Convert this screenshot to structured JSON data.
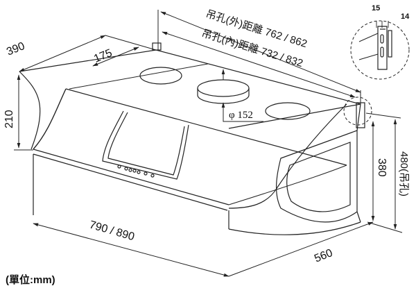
{
  "drawing": {
    "subject": "range hood dimension drawing",
    "unit_label": "(單位:mm)",
    "dimensions": {
      "depth_top": "390",
      "bracket_offset": "175",
      "front_height": "210",
      "width": "790 / 890",
      "side_depth": "560",
      "body_height": "380",
      "hanging_hole_height": "480(吊孔)",
      "outer_hole_distance": "吊孔(外)距離 762 / 862",
      "inner_hole_distance": "吊孔(內)距離 732 / 832",
      "duct_diameter": "φ 152",
      "bracket_detail_a": "15",
      "bracket_detail_b": "14"
    },
    "colors": {
      "line": "#222222",
      "background": "#ffffff"
    }
  }
}
